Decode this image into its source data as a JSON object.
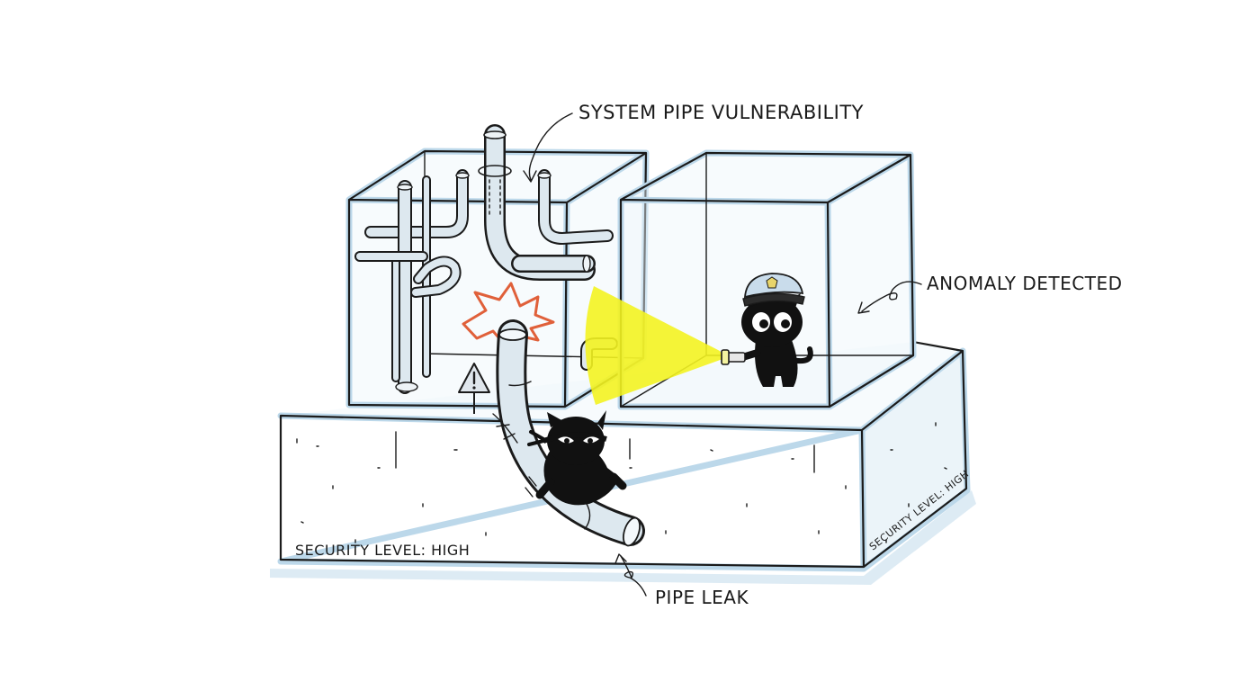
{
  "labels": {
    "vulnerability": "SYSTEM PIPE VULNERABILITY",
    "anomaly": "ANOMALY DETECTED",
    "leak": "PIPE LEAK",
    "security_front": "SECURITY LEVEL: HIGH",
    "security_side": "SECURITY LEVEL: HIGH"
  },
  "colors": {
    "ink": "#1b1b1b",
    "glass_edge": "#bcd8ea",
    "glass_fill": "#eef6fb",
    "pipe_fill": "#dde8ef",
    "flashlight_beam": "#f3f321",
    "burst": "#e0603a",
    "cat": "#111111"
  },
  "icons": [
    "warning-sign-icon",
    "burst-icon",
    "flashlight-icon",
    "police-cap-icon"
  ]
}
